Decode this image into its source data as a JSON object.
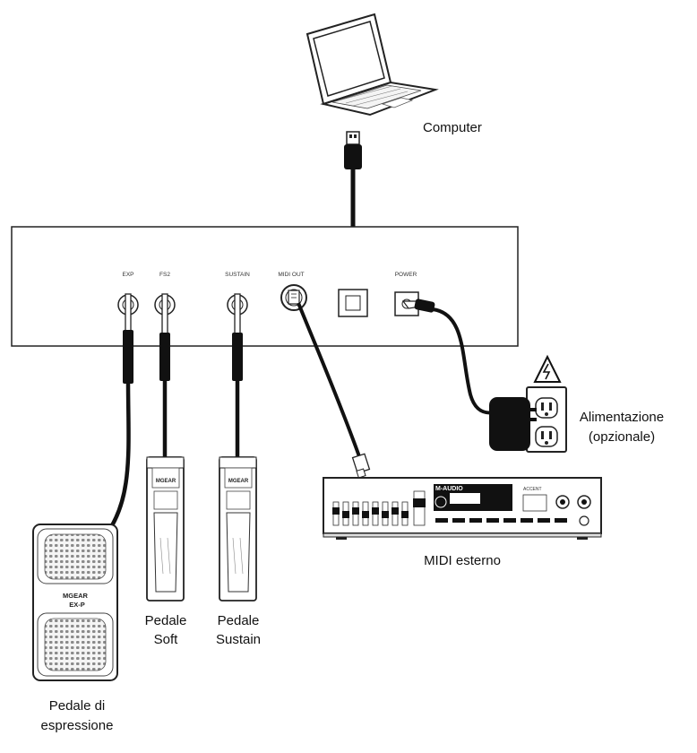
{
  "labels": {
    "computer": "Computer",
    "power_supply_line1": "Alimentazione",
    "power_supply_line2": "(opzionale)",
    "external_midi": "MIDI esterno",
    "soft_pedal_line1": "Pedale",
    "soft_pedal_line2": "Soft",
    "sustain_pedal_line1": "Pedale",
    "sustain_pedal_line2": "Sustain",
    "expression_pedal_line1": "Pedale di",
    "expression_pedal_line2": "espressione"
  },
  "ports": {
    "exp": "EXP",
    "fs2": "FS2",
    "sustain": "SUSTAIN",
    "midi_out": "MIDI OUT",
    "power": "POWER"
  },
  "brands": {
    "mgear": "MGEAR",
    "exp_model": "EX-P",
    "maudio": "M-AUDIO",
    "accent": "ACCENT"
  },
  "colors": {
    "cable": "#111111",
    "line": "#222222",
    "panel": "#ffffff"
  }
}
